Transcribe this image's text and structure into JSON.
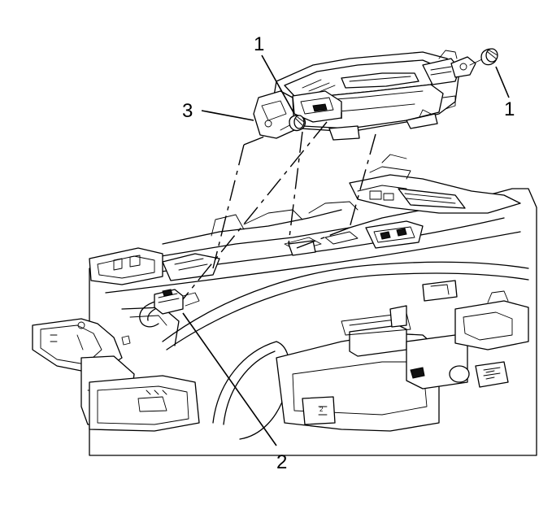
{
  "callouts": [
    {
      "id": "bolt-left",
      "label": "1"
    },
    {
      "id": "bolt-right",
      "label": "1"
    },
    {
      "id": "connector",
      "label": "2"
    },
    {
      "id": "module",
      "label": "3"
    }
  ]
}
